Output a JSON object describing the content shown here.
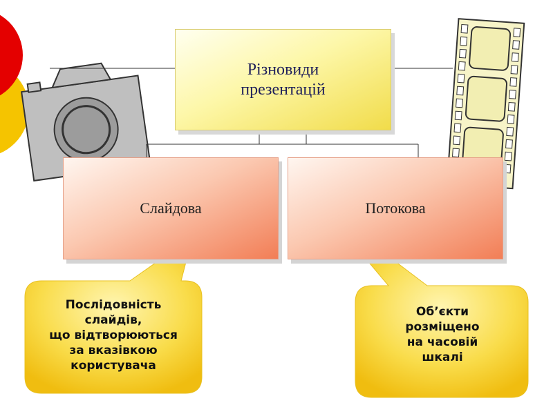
{
  "diagram": {
    "title_lines": [
      "Різновиди",
      "презентацій"
    ],
    "branches": [
      {
        "label": "Слайдова"
      },
      {
        "label": "Потокова"
      }
    ],
    "callouts": [
      {
        "text": "Послідовність\nслайдів,\nщо відтворюються\nза вказівкою\nкористувача"
      },
      {
        "text": "Об’єкти\nрозміщено\nна часовій\nшкалі"
      }
    ],
    "icons": [
      "red-circle-icon",
      "camera-icon",
      "film-strip-icon"
    ],
    "colors": {
      "title_fill": "#fdf7a8",
      "branch_fill": "#fbc8b0",
      "callout_fill": "#f7d63a",
      "decor_red": "#e40000",
      "decor_yellow": "#f5c400"
    }
  }
}
